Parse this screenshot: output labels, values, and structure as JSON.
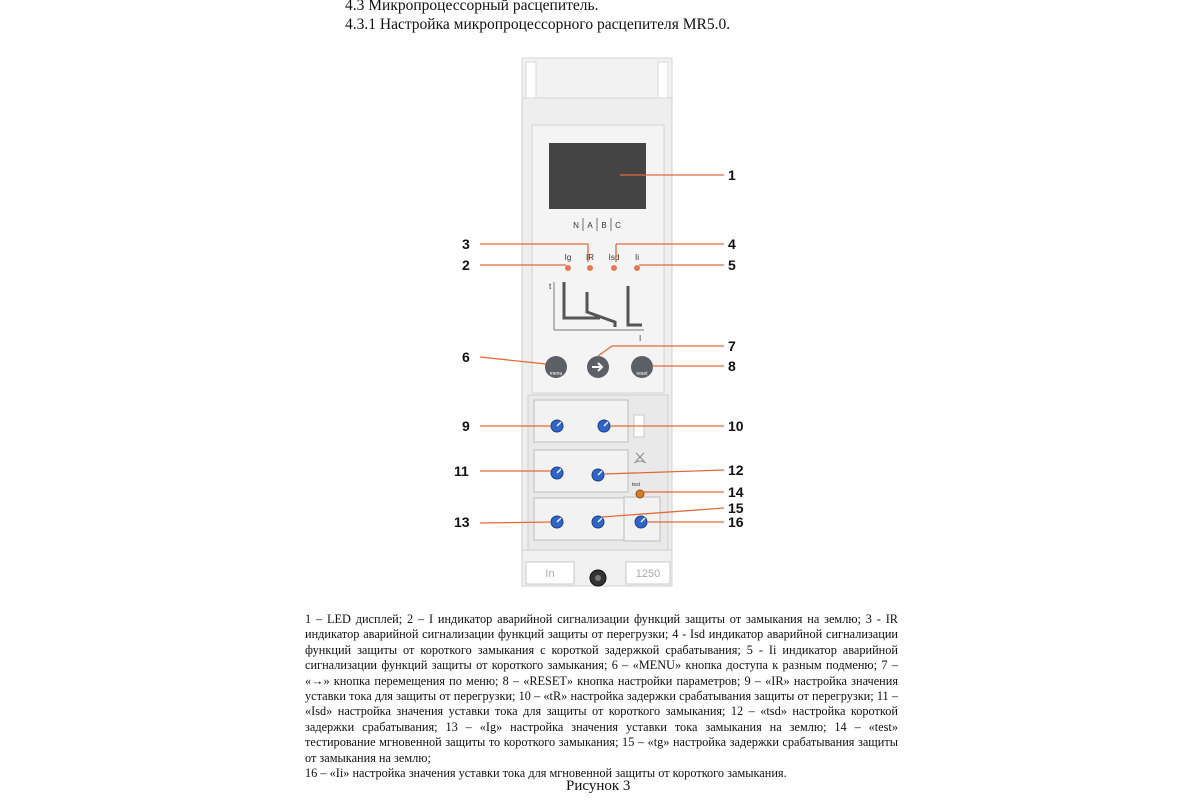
{
  "section": {
    "heading": "4.3 Микропроцессорный расцепитель.",
    "subheading": "4.3.1 Настройка микропроцессорного расцепителя MR5.0."
  },
  "device": {
    "phase_labels": [
      "N",
      "A",
      "B",
      "C"
    ],
    "indicators": [
      "Ig",
      "IR",
      "Isd",
      "Ii"
    ],
    "buttons": {
      "menu": "menu",
      "reset": "reset"
    },
    "rating_left": "In",
    "rating_right": "1250",
    "graph_axes": {
      "y": "t",
      "x": "I"
    },
    "test_label": "test",
    "callouts": [
      "1",
      "2",
      "3",
      "4",
      "5",
      "6",
      "7",
      "8",
      "9",
      "10",
      "11",
      "12",
      "13",
      "14",
      "15",
      "16"
    ],
    "colors": {
      "knob": "#2f64c8",
      "led": "#e07a50",
      "test_button": "#d77a2a",
      "callout_line": "#e06a3a"
    }
  },
  "caption": {
    "legend": "1 – LED дисплей; 2 – I индикатор аварийной сигнализации функций защиты от замыкания на землю; 3 - IR индикатор аварийной сигнализации функций защиты от перегрузки; 4 - Isd индикатор аварийной сигнализации функций защиты от короткого замыкания с короткой задержкой срабатывания; 5 - Ii индикатор аварийной сигнализации функций защиты от короткого замыкания; 6 – «MENU» кнопка доступа к разным подменю; 7 – «→» кнопка перемещения по меню; 8 – «RESET» кнопка настройки параметров; 9 – «IR» настройка значения уставки тока для защиты от перегрузки; 10 – «tR» настройка задержки срабатывания защиты от перегрузки; 11 – «Isd» настройка значения уставки тока для защиты от короткого замыкания; 12 – «tsd» настройка короткой задержки срабатывания; 13 – «Ig» настройка значения уставки тока замыкания на землю; 14 – «test» тестирование мгновенной защиты то короткого замыкания; 15 – «tg» настройка задержки срабатывания защиты от замыкания на землю;",
    "last_line": "16 – «Ii» настройка значения уставки тока для мгновенной защиты от короткого замыкания.",
    "figure_title": "Рисунок 3"
  }
}
